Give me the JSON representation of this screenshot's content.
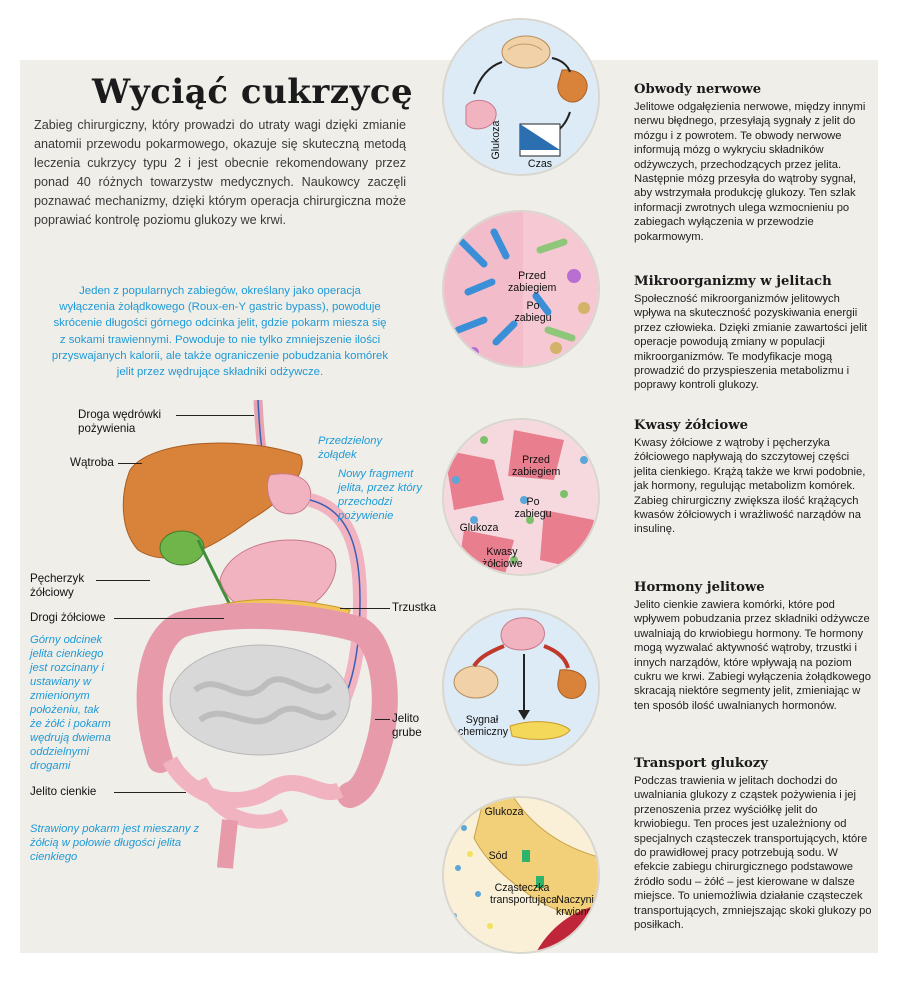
{
  "title": "Wyciąć cukrzycę",
  "intro": "Zabieg chirurgiczny, który prowadzi do utraty wagi dzięki zmianie anatomii przewodu pokarmowego, okazuje się skuteczną metodą leczenia cukrzycy typu 2 i jest obecnie rekomendowany przez ponad 40 różnych towarzystw medycznych. Naukowcy zaczęli poznawać mechanizmy, dzięki którym operacja chirurgiczna może poprawiać kontrolę poziomu glukozy we krwi.",
  "blue_note": "Jeden z popularnych zabiegów, określany jako operacja wyłączenia żołądkowego (Roux-en-Y gastric bypass), powoduje skrócenie długości górnego odcinka jelit, gdzie pokarm miesza się z sokami trawiennymi. Powoduje to nie tylko zmniejszenie ilości przyswajanych kalorii, ale także ograniczenie pobudzania komórek jelit przez wędrujące składniki odżywcze.",
  "anatomy_labels": {
    "food_path": "Droga wędrówki pożywienia",
    "liver": "Wątroba",
    "gallbladder": "Pęcherzyk żółciowy",
    "bile_ducts": "Drogi żółciowe",
    "pancreas": "Trzustka",
    "large_intestine": "Jelito grube",
    "small_intestine": "Jelito cienkie",
    "divided_stomach": "Przedzielony żołądek",
    "new_fragment": "Nowy fragment jelita, przez który przechodzi pożywienie",
    "upper_segment": "Górny odcinek jelita cienkiego jest rozcinany i ustawiany w zmienionym położeniu, tak że żółć i pokarm wędrują dwiema oddzielnymi drogami",
    "digested_food": "Strawiony pokarm jest mieszany z żółcią w połowie długości jelita cienkiego"
  },
  "circle_labels": {
    "glucose_axis": "Glukoza",
    "time_axis": "Czas",
    "before_surgery": "Przed zabiegiem",
    "after_surgery": "Po zabiegu",
    "glucose": "Glukoza",
    "bile_acids": "Kwasy żółciowe",
    "chemical_signal": "Sygnał chemiczny",
    "sodium": "Sód",
    "transport_molecule": "Cząsteczka transportująca",
    "blood_vessel": "Naczynie krwionośne"
  },
  "sections": [
    {
      "title": "Obwody nerwowe",
      "body": "Jelitowe odgałęzienia nerwowe, między innymi nerwu błędnego, przesyłają sygnały z jelit do mózgu i z powrotem. Te obwody nerwowe informują mózg o wykryciu składników odżywczych, przechodzących przez jelita. Następnie mózg przesyła do wątroby sygnał, aby wstrzymała produkcję glukozy. Ten szlak informacji zwrotnych ulega wzmocnieniu po zabiegach wyłączenia w przewodzie pokarmowym."
    },
    {
      "title": "Mikroorganizmy w jelitach",
      "body": "Społeczność mikroorganizmów jelitowych wpływa na skuteczność pozyskiwania energii przez człowieka. Dzięki zmianie zawartości jelit operacje powodują zmiany w populacji mikroorganizmów. Te modyfikacje mogą prowadzić do przyspieszenia metabolizmu i poprawy kontroli glukozy."
    },
    {
      "title": "Kwasy żółciowe",
      "body": "Kwasy żółciowe z wątroby i pęcherzyka żółciowego napływają do szczytowej części jelita cienkiego. Krążą także we krwi podobnie, jak hormony, regulując metabolizm komórek. Zabieg chirurgiczny zwiększa ilość krążących kwasów żółciowych i wrażliwość narządów na insulinę."
    },
    {
      "title": "Hormony jelitowe",
      "body": "Jelito cienkie zawiera komórki, które pod wpływem pobudzania przez składniki odżywcze uwalniają do krwiobiegu hormony. Te hormony mogą wyzwalać aktywność wątroby, trzustki i innych narządów, które wpływają na poziom cukru we krwi. Zabiegi wyłączenia żołądkowego skracają niektóre segmenty jelit, zmieniając w ten sposób ilość uwalnianych hormonów."
    },
    {
      "title": "Transport glukozy",
      "body": "Podczas trawienia w jelitach dochodzi do uwalniania glukozy z cząstek pożywienia i jej przenoszenia przez wyściółkę jelit do krwiobiegu. Ten proces jest uzależniony od specjalnych cząsteczek transportujących, które do prawidłowej pracy potrzebują sodu. W efekcie zabiegu chirurgicznego podstawowe źródło sodu – żółć – jest kierowane w dalsze miejsce. To uniemożliwia działanie cząsteczek transportujących, zmniejszając skoki glukozy po posiłkach."
    }
  ],
  "colors": {
    "accent_blue": "#1f9ad6",
    "panel": "#efeee9",
    "liver": "#d9823a",
    "intestine": "#f2b3c0"
  }
}
